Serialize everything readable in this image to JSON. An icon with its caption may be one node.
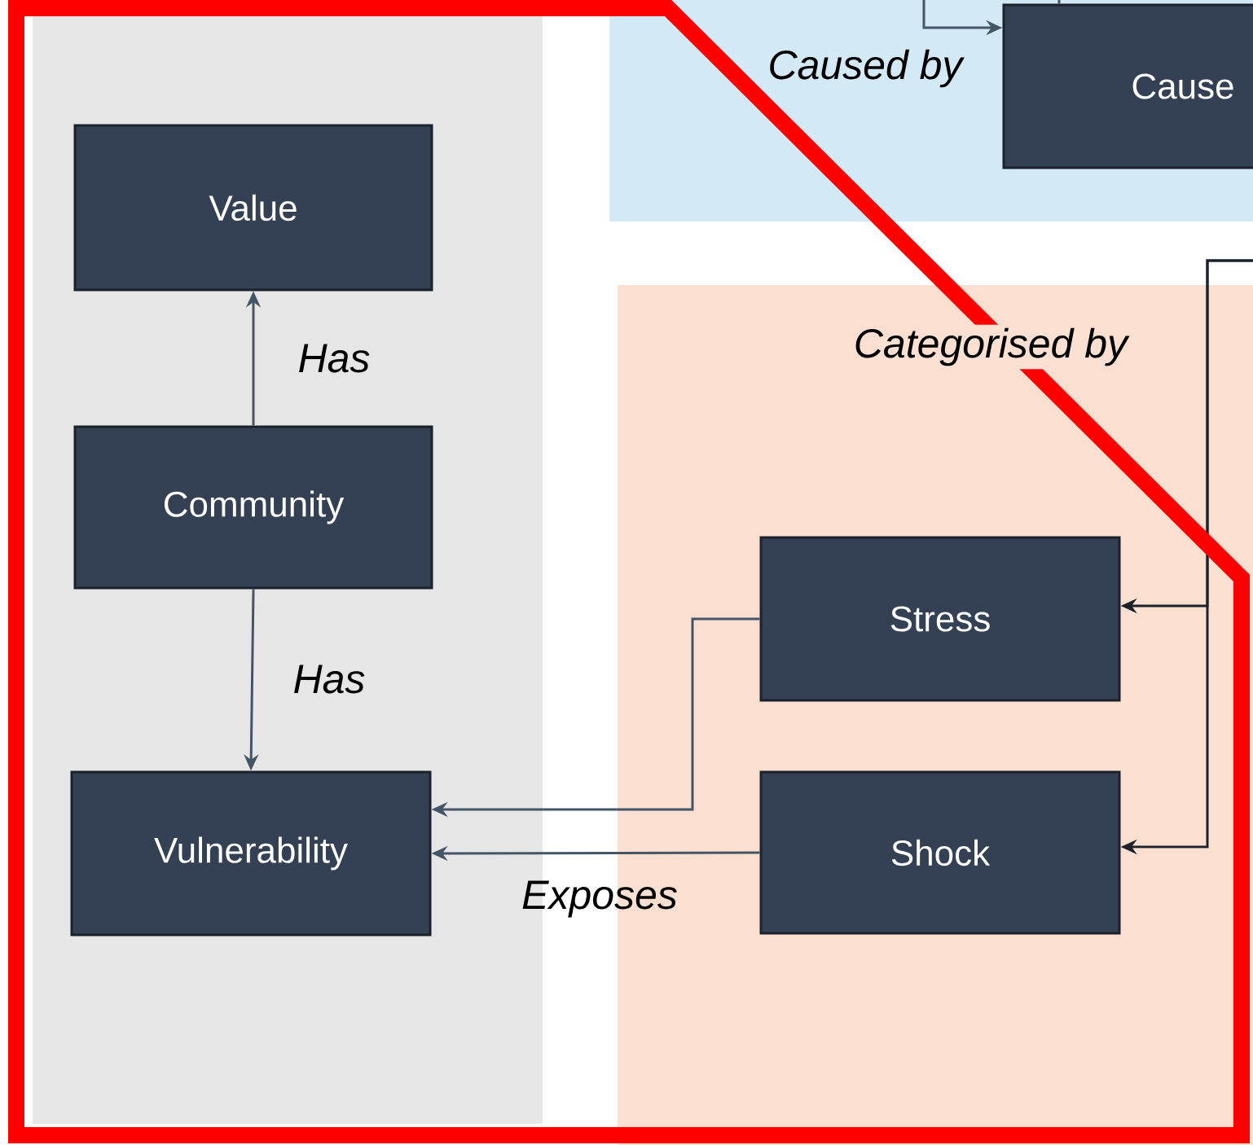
{
  "diagram": {
    "nodes": [
      {
        "text": [],
        "shape": "box"
      },
      {
        "text": [
          "Value"
        ],
        "in": 0
      },
      {
        "text": [
          "Community"
        ],
        "in": 0
      },
      {
        "text": [
          "Vulnerability"
        ],
        "in": 0
      },
      {
        "text": [],
        "shape": "box"
      },
      {
        "text": [
          "Cause"
        ],
        "in": 4
      },
      {
        "text": [],
        "shape": "box"
      },
      {
        "text": [
          "Stress"
        ],
        "in": 6
      },
      {
        "text": [
          "Shock"
        ],
        "in": 6
      }
    ],
    "edges": [
      {
        "from": 2,
        "to": 1,
        "arrow": "to",
        "label": "Has"
      },
      {
        "from": 2,
        "to": 3,
        "arrow": "to",
        "label": "Has"
      },
      {
        "from": 7,
        "to": 3,
        "arrow": "to"
      },
      {
        "from": 8,
        "to": 3,
        "arrow": "to",
        "label": "Exposes"
      },
      {
        "from": null,
        "to": 5,
        "arrow": "to",
        "label": "Caused by"
      },
      {
        "from": 5,
        "to": null,
        "arrow": "none"
      },
      {
        "from": null,
        "to": 7,
        "arrow": "to",
        "label": "Categorised by",
        "color": "#1b222b"
      },
      {
        "from": null,
        "to": 8,
        "arrow": "to",
        "color": "#1b222b"
      }
    ]
  }
}
